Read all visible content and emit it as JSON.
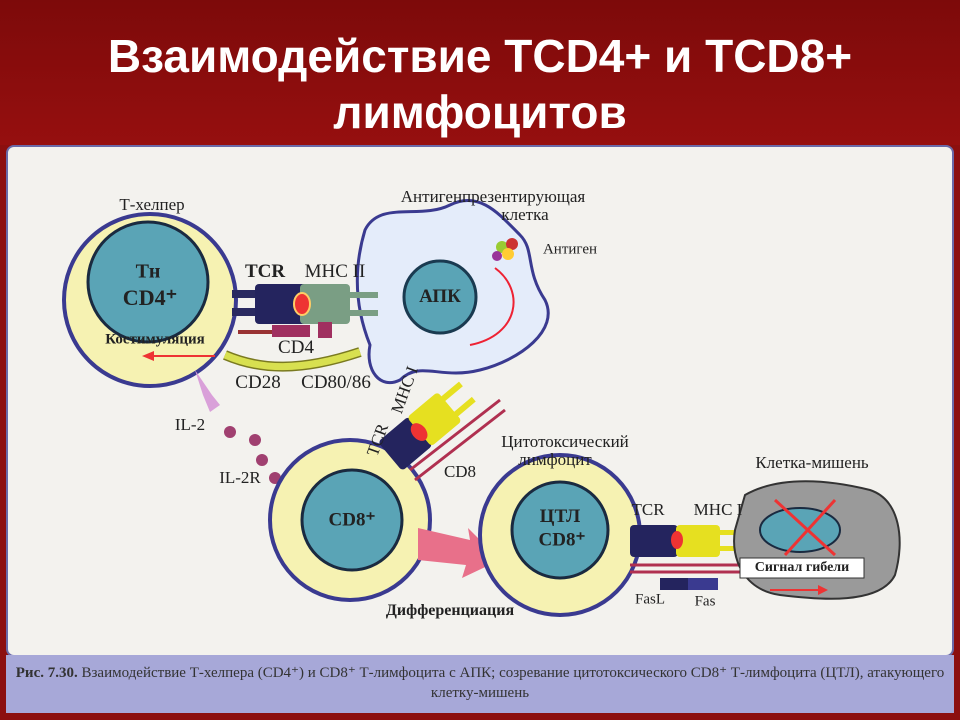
{
  "title": "Взаимодействие TCD4+ и TCD8+ лимфоцитов",
  "labels": {
    "t_helper": "Т-хелпер",
    "th": "Тн",
    "cd4plus": "CD4⁺",
    "costim": "Костимуляция",
    "tcr1": "TCR",
    "mhc2": "MHC II",
    "cd4": "CD4",
    "cd28": "CD28",
    "cd8086": "CD80/86",
    "apc_title1": "Антигенпрезентирующая",
    "apc_title2": "клетка",
    "antigen": "Антиген",
    "apc": "АПК",
    "il2": "IL-2",
    "il2r": "IL-2R",
    "tcr2": "TCR",
    "mhc1a": "MHC I",
    "cd8": "CD8",
    "cd8plus": "CD8⁺",
    "ctl_title1": "Цитотоксический",
    "ctl_title2": "лимфоцит",
    "ctl": "ЦТЛ",
    "ctl_cd8": "CD8⁺",
    "tcr3": "TCR",
    "mhc1b": "MHC I",
    "target": "Клетка-мишень",
    "death": "Сигнал гибели",
    "fasl": "FasL",
    "fas": "Fas",
    "diff": "Дифференциация"
  },
  "caption": {
    "fig": "Рис. 7.30.",
    "text": "Взаимодействие Т-хелпера (CD4⁺) и CD8⁺ Т-лимфоцита с АПК; созревание цитотоксического CD8⁺ Т-лимфоцита (ЦТЛ), атакующего клетку-мишень"
  }
}
